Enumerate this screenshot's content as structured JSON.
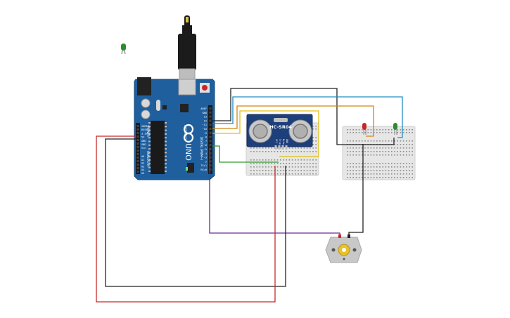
{
  "arduino": {
    "logo_text": "UNO",
    "brand_text": "ARDUINO",
    "power_label": "POWER",
    "digital_label": "DIGITAL (PWM~)",
    "analog_label": "ANALOG IN",
    "digital_pins": [
      "AREF",
      "GND",
      "13",
      "12",
      "~11",
      "~10",
      "~9",
      "8",
      "7",
      "~6",
      "~5",
      "4",
      "~3",
      "2",
      "TX▸1",
      "RX◂0"
    ],
    "power_pins": [
      "IOREF",
      "RESET",
      "3.3V",
      "5V",
      "GND",
      "GND",
      "Vin"
    ],
    "analog_pins": [
      "A0",
      "A1",
      "A2",
      "A3",
      "A4",
      "A5"
    ],
    "board_color": "#1f5f9e",
    "cable_color": "#1b1b1b"
  },
  "sensor": {
    "label": "HC-SR04",
    "pins": [
      "VCC",
      "Trig",
      "Echo",
      "GND"
    ],
    "board_color": "#1d3f7a"
  },
  "motor": {
    "body_color": "#c8c8c8"
  },
  "led_red": {
    "color": "#c62828"
  },
  "led_green": {
    "color": "#2e8b2e"
  },
  "wires": {
    "black": "#222222",
    "red": "#c62828",
    "blue": "#1e8fc2",
    "orange": "#d4860b",
    "yellow": "#e0c10e",
    "green": "#2e9a2e",
    "purple": "#6a2c91"
  }
}
